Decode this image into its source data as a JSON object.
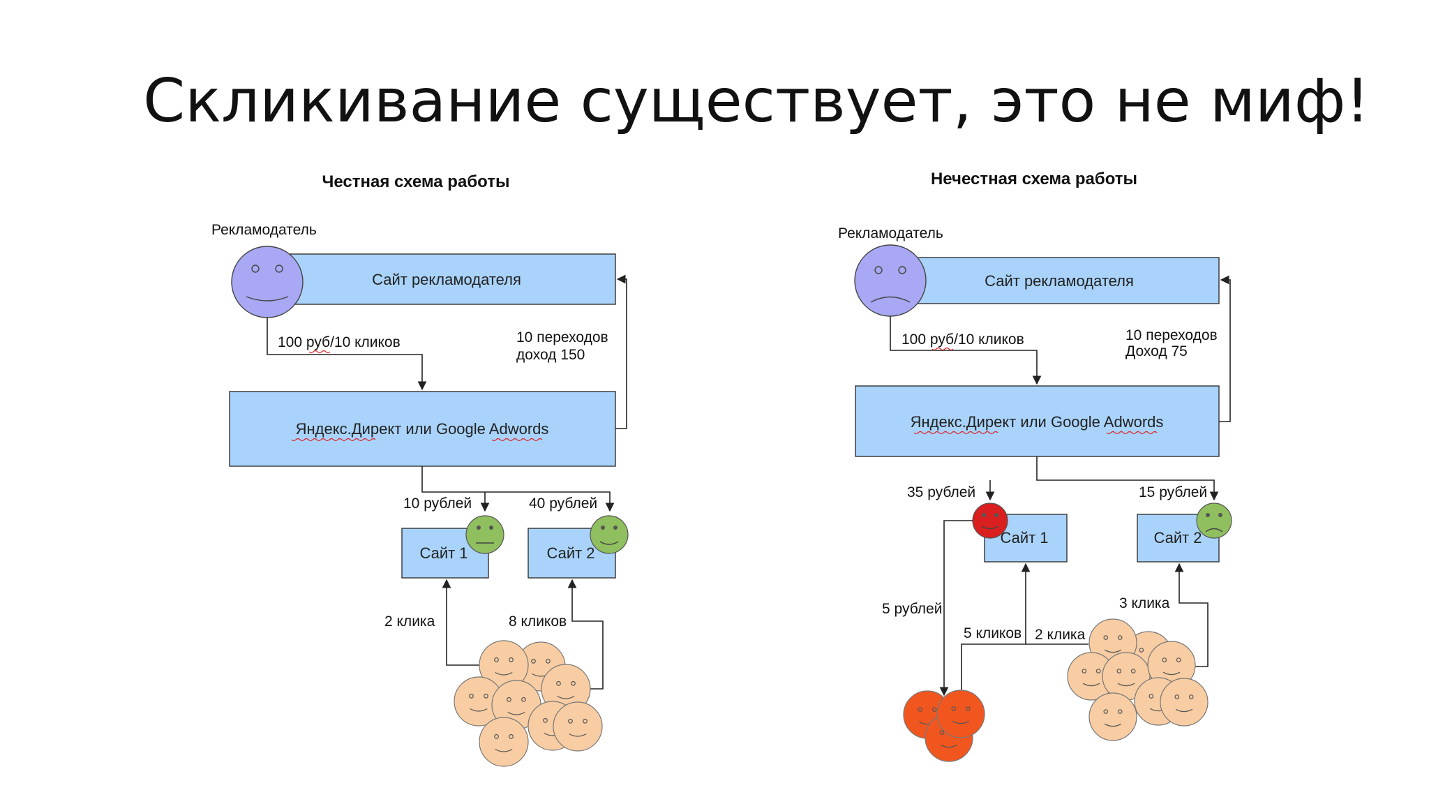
{
  "title": "Скликивание существует, это не миф!",
  "colors": {
    "box": "#a9d3fb",
    "advertiser": "#a8a8f4",
    "happy_green": "#8fbf5e",
    "angry_red": "#d91f1f",
    "visitor": "#f8cda3",
    "bot": "#f2561f"
  },
  "honest": {
    "heading": "Честная схема работы",
    "advertiser_label": "Рекламодатель",
    "advertiser_site": "Сайт рекламодателя",
    "payment": "100 руб/10 кликов",
    "return_line1": "10 переходов",
    "return_line2": "доход 150",
    "network": "Яндекс.Директ или Google Adwords",
    "site1_pay": "10 рублей",
    "site2_pay": "40 рублей",
    "site1": "Сайт 1",
    "site2": "Сайт 2",
    "clicks1": "2 клика",
    "clicks2": "8 кликов"
  },
  "dishonest": {
    "heading": "Нечестная схема работы",
    "advertiser_label": "Рекламодатель",
    "advertiser_site": "Сайт рекламодателя",
    "payment": "100 руб/10 кликов",
    "return_line1": "10 переходов",
    "return_line2": "Доход 75",
    "network": "Яндекс.Директ или Google Adwords",
    "site1_pay": "35 рублей",
    "site2_pay": "15 рублей",
    "site1": "Сайт 1",
    "site2": "Сайт 2",
    "bot_pay": "5 рублей",
    "bot_clicks": "5 кликов",
    "clicks1": "2 клика",
    "clicks2": "3 клика"
  }
}
